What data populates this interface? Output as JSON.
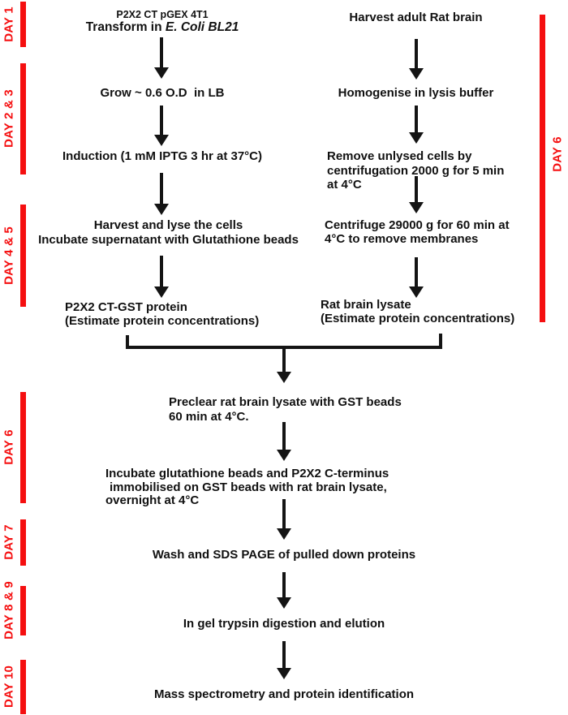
{
  "colors": {
    "accent_red": "#F50F10",
    "ink": "#141414"
  },
  "day_markers": {
    "left": [
      {
        "label": "DAY 1"
      },
      {
        "label": "DAY 2 & 3"
      },
      {
        "label": "DAY 4 & 5"
      },
      {
        "label": "DAY 6"
      },
      {
        "label": "DAY 7"
      },
      {
        "label": "DAY 8 & 9"
      },
      {
        "label": "DAY 10"
      }
    ],
    "right": {
      "label": "DAY 6"
    }
  },
  "gst_branch": {
    "step_plasmid": {
      "line1": "P2X2 CT pGEX 4T1",
      "line2_prefix": "Transform in ",
      "line2_strain": "E. Coli BL21"
    },
    "step_grow": "Grow ~ 0.6 O.D  in LB",
    "step_induction": "Induction (1 mM IPTG 3 hr at 37°C)",
    "step_harvest_lyse": {
      "lines": [
        "Harvest and lyse the cells",
        "Incubate supernatant with Glutathione beads"
      ]
    },
    "step_product": {
      "lines": [
        "P2X2 CT-GST protein",
        "(Estimate protein concentrations)"
      ]
    }
  },
  "brain_branch": {
    "step_harvest": "Harvest adult Rat brain",
    "step_homogenise": "Homogenise in lysis buffer",
    "step_remove_cells": {
      "lines": [
        "Remove unlysed cells by",
        "centrifugation 2000 g for 5 min",
        "at 4°C"
      ]
    },
    "step_centrifuge": {
      "lines": [
        "Centrifuge 29000 g for 60 min at",
        "4°C to remove membranes"
      ]
    },
    "step_product": {
      "lines": [
        "Rat brain lysate",
        "(Estimate protein concentrations)"
      ]
    }
  },
  "pulldown_branch": {
    "step_preclear": {
      "lines": [
        "Preclear rat brain lysate with GST beads",
        "60 min at 4°C."
      ]
    },
    "step_incubate": {
      "lines": [
        "Incubate glutathione beads and P2X2 C-terminus",
        "immobilised on GST beads with rat brain lysate,",
        "overnight at 4°C"
      ]
    },
    "step_wash": "Wash and SDS PAGE of pulled down proteins",
    "step_trypsin": "In gel trypsin digestion and elution",
    "step_ms": "Mass spectrometry and protein identification"
  }
}
